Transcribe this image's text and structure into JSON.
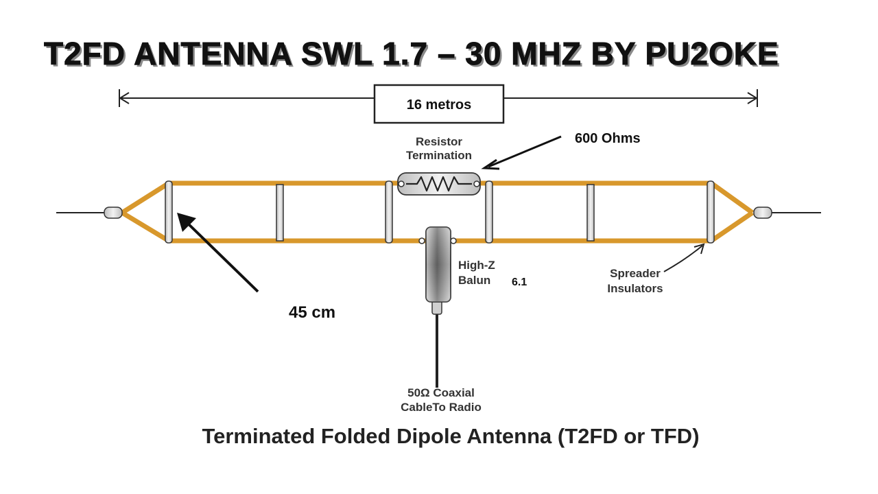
{
  "title": "T2FD  ANTENNA SWL  1.7 – 30  MHZ  BY  PU2OKE",
  "dimension": {
    "length_label": "16 metros"
  },
  "labels": {
    "resistor_line1": "Resistor",
    "resistor_line2": "Termination",
    "ohms": "600 Ohms",
    "spacing": "45 cm",
    "balun_line1": "High-Z",
    "balun_line2": "Balun",
    "balun_ratio": "6.1",
    "spreader_line1": "Spreader",
    "spreader_line2": "Insulators",
    "coax_line1": "50Ω  Coaxial",
    "coax_line2": "CableTo Radio"
  },
  "footer": "Terminated Folded Dipole Antenna (T2FD or TFD)",
  "colors": {
    "wire": "#d8982c",
    "insulator": "#d6d6d6",
    "outline": "#222222"
  }
}
